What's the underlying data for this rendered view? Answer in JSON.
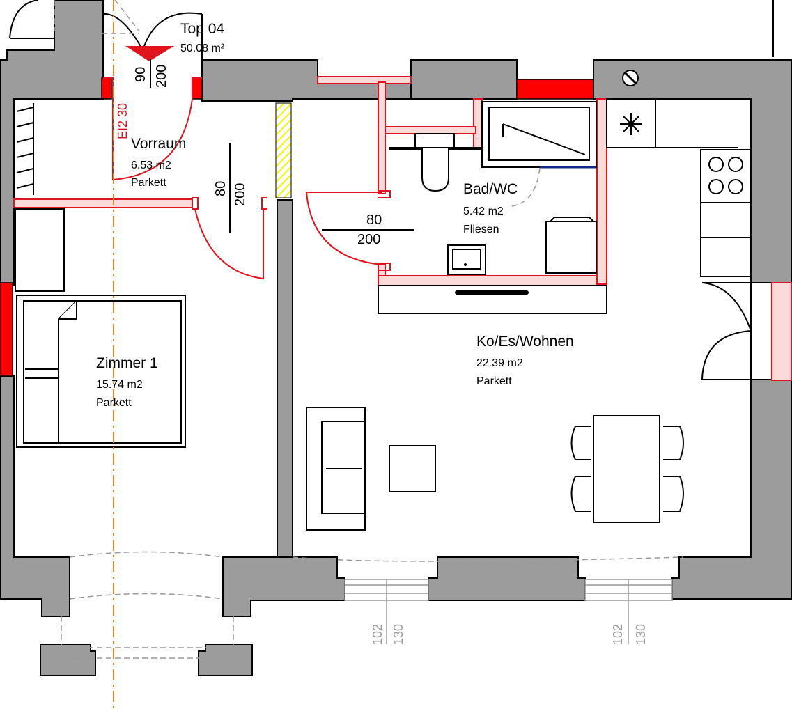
{
  "unit": {
    "name": "Top 04",
    "area": "50.08 m²"
  },
  "rooms": [
    {
      "id": "vorraum",
      "name": "Vorraum",
      "area": "6.53 m2",
      "floor": "Parkett"
    },
    {
      "id": "bad",
      "name": "Bad/WC",
      "area": "5.42 m2",
      "floor": "Fliesen"
    },
    {
      "id": "zimmer1",
      "name": "Zimmer 1",
      "area": "15.74 m2",
      "floor": "Parkett"
    },
    {
      "id": "wohnen",
      "name": "Ko/Es/Wohnen",
      "area": "22.39 m2",
      "floor": "Parkett"
    }
  ],
  "door_dims": {
    "entrance": {
      "width": "90",
      "height": "200",
      "fire_rating": "EI2 30"
    },
    "vorraum_zimmer": {
      "width": "80",
      "height": "200"
    },
    "bad": {
      "width": "80",
      "height": "200"
    }
  },
  "window_dims": {
    "left": {
      "a": "102",
      "b": "130"
    },
    "right": {
      "a": "102",
      "b": "130"
    }
  },
  "colors": {
    "wall": "#9c9c9c",
    "fire_wall": "#ff0000",
    "new_wall": "#fbdada",
    "door_swing": "#e0141e",
    "axis": "#f08020",
    "hatch": "#f5f500"
  }
}
